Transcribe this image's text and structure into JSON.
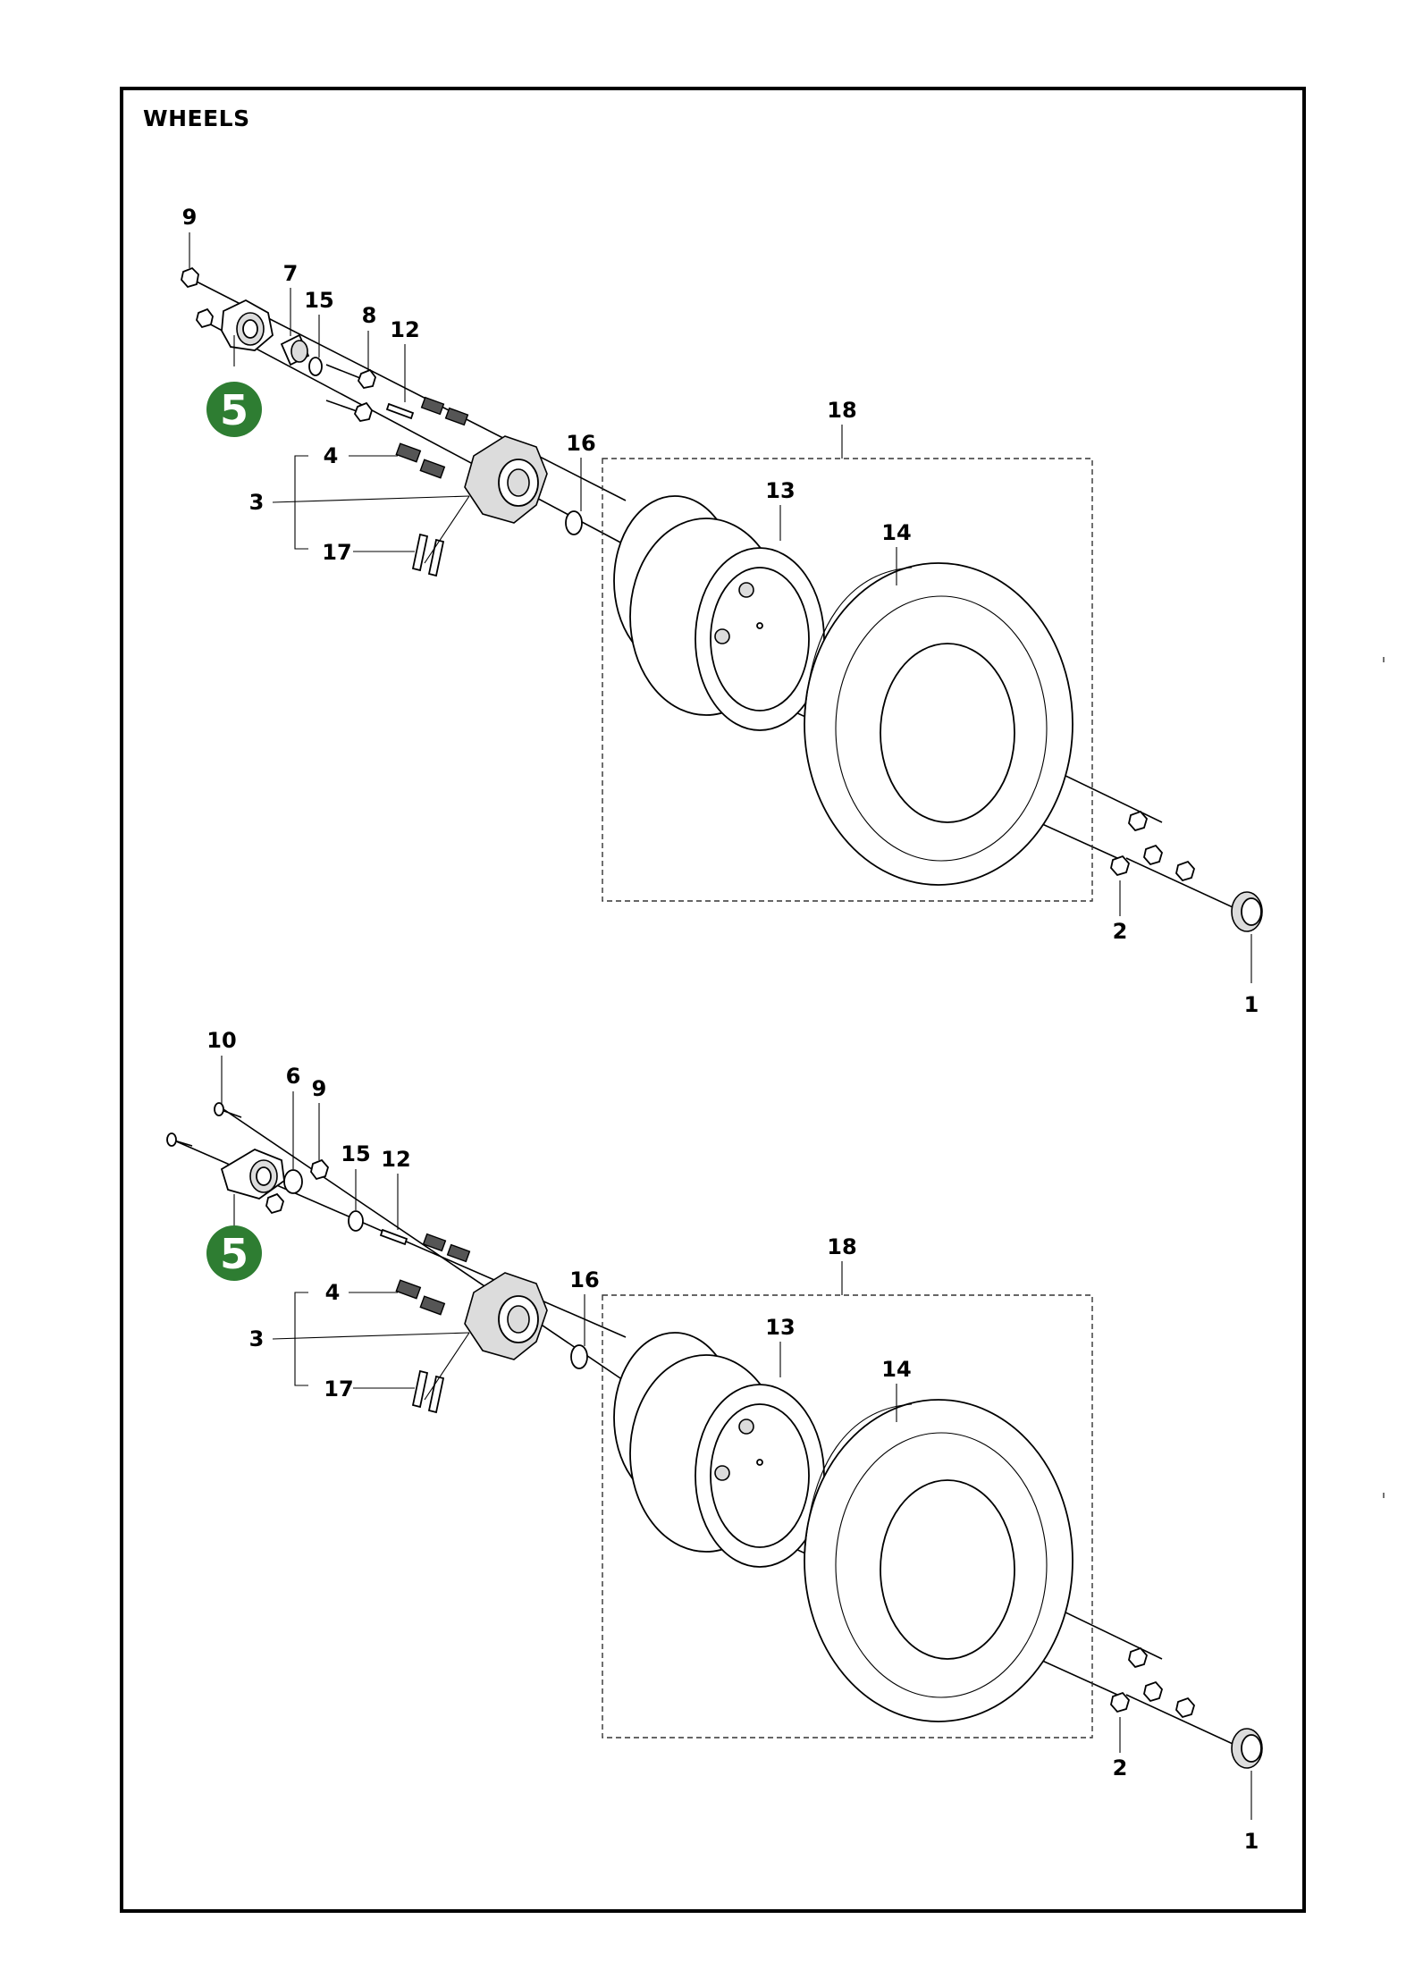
{
  "title": "WHEELS",
  "badge_color": "#2e7d32",
  "assemblies": [
    {
      "id": "upper",
      "badge": "5",
      "callouts": {
        "c9": "9",
        "c7": "7",
        "c15": "15",
        "c8": "8",
        "c12": "12",
        "c18": "18",
        "c4": "4",
        "c16": "16",
        "c3": "3",
        "c13": "13",
        "c14": "14",
        "c17": "17",
        "c2": "2",
        "c1": "1"
      }
    },
    {
      "id": "lower",
      "badge": "5",
      "callouts": {
        "c10": "10",
        "c6": "6",
        "c9": "9",
        "c15": "15",
        "c12": "12",
        "c18": "18",
        "c4": "4",
        "c16": "16",
        "c3": "3",
        "c13": "13",
        "c14": "14",
        "c17": "17",
        "c2": "2",
        "c1": "1"
      }
    }
  ]
}
